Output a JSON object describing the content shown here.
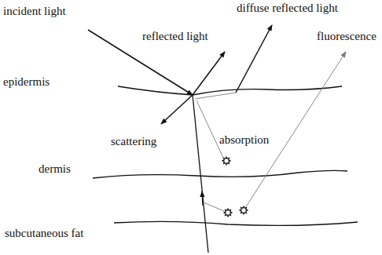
{
  "diagram": {
    "labels": [
      "incident light",
      "diffuse reflected light",
      "reflected light",
      "fluorescence",
      "epidermis",
      "scattering",
      "absorption",
      "dermis",
      "subcutaneous fat"
    ]
  }
}
